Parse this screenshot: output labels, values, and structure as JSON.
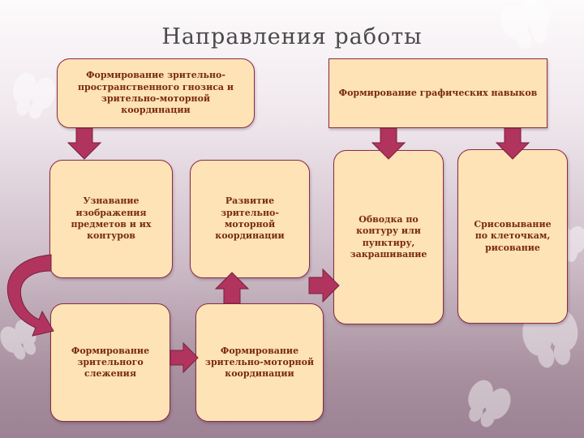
{
  "title": "Направления  работы",
  "boxes": {
    "gnosis": "Формирование зрительно-пространственного гнозиса и зрительно-моторной координации",
    "graphic": "Формирование графических навыков",
    "recognition": "Узнавание изображения предметов и их контуров",
    "development": "Развитие зрительно-моторной координации",
    "tracing": "Обводка по контуру или пунктиру, закрашивание",
    "copying": "Срисовывание по клеточкам, рисование",
    "tracking": "Формирование зрительного слежения",
    "coordination": "Формирование зрительно-моторной координации"
  },
  "colors": {
    "box_fill": "#fde3b5",
    "box_border": "#8a2a48",
    "text": "#7a2a10",
    "arrow": "#b0345e"
  }
}
